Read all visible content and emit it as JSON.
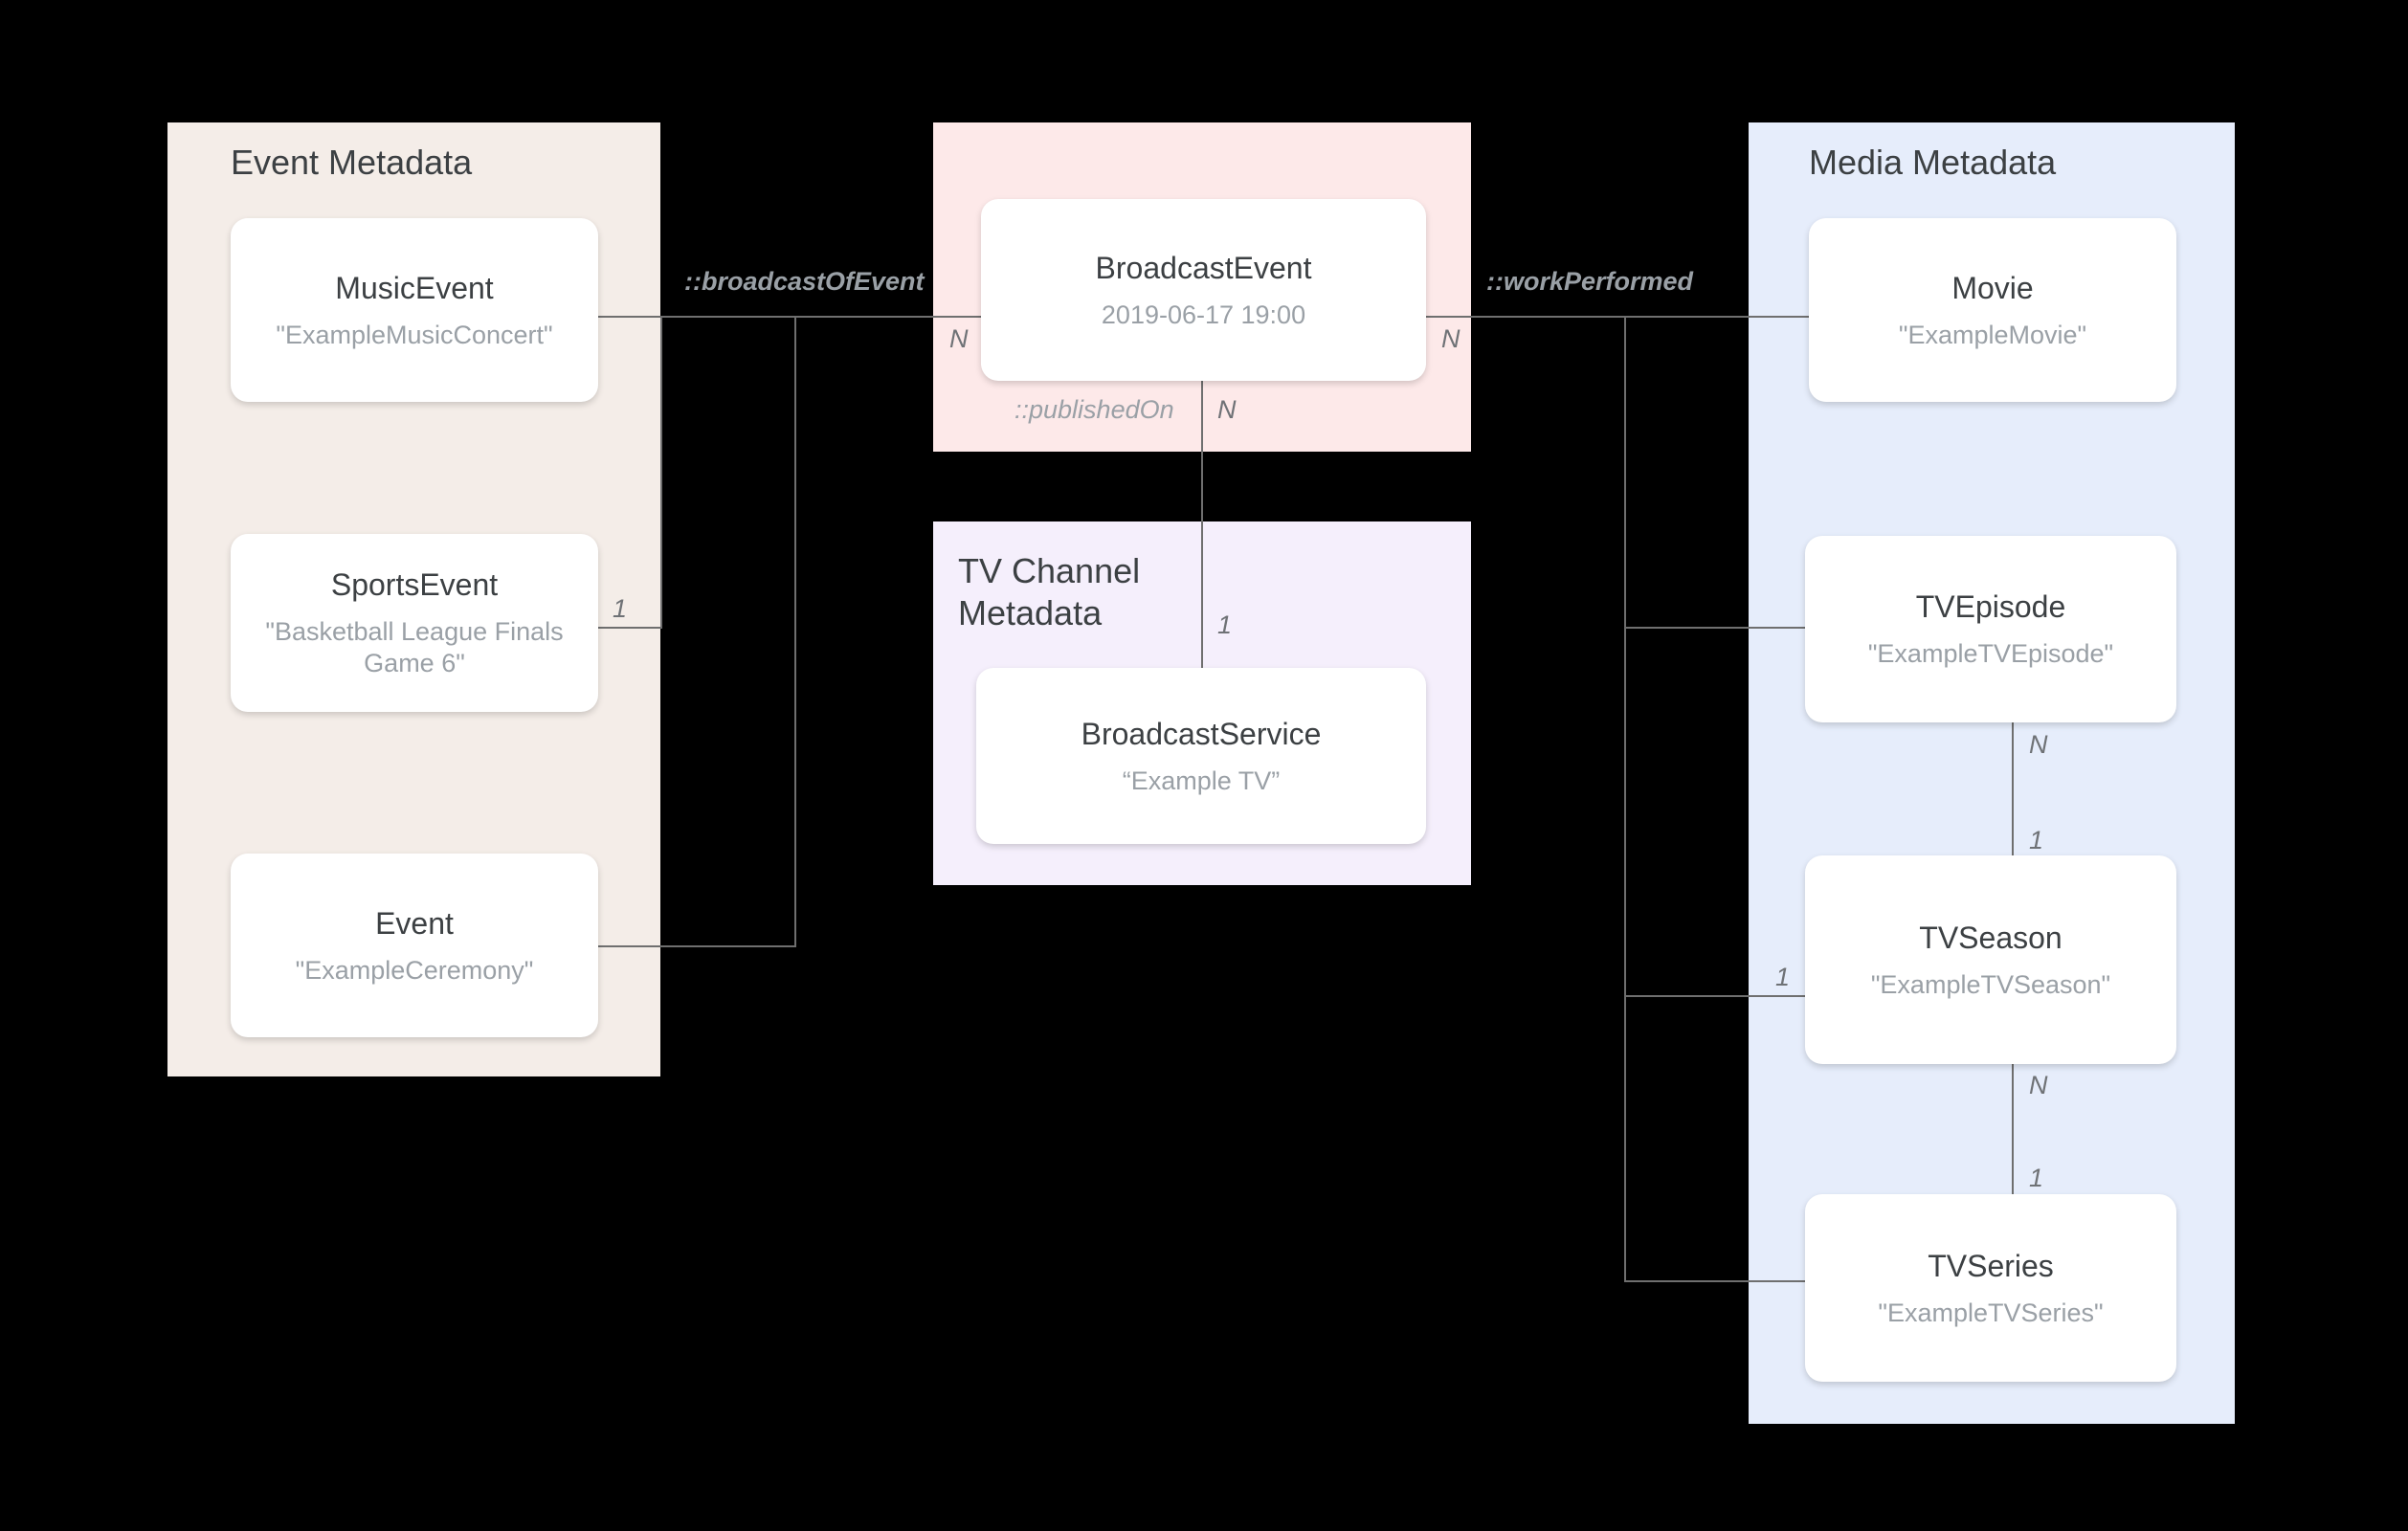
{
  "diagram": {
    "title": "Broadcast / Media metadata entity relationship diagram",
    "background": "#000000",
    "groups": [
      {
        "id": "event-metadata",
        "title": "Event Metadata",
        "color": "#F4EDE8"
      },
      {
        "id": "broadcast-event",
        "title": "",
        "color": "#FDE9E9"
      },
      {
        "id": "tv-channel",
        "title": "TV Channel\nMetadata",
        "color": "#F5EFFC"
      },
      {
        "id": "media-metadata",
        "title": "Media Metadata",
        "color": "#E6EDFB"
      }
    ],
    "entities": [
      {
        "id": "music-event",
        "name": "MusicEvent",
        "value": "\"ExampleMusicConcert\"",
        "group": "event-metadata"
      },
      {
        "id": "sports-event",
        "name": "SportsEvent",
        "value": "\"Basketball League Finals Game 6\"",
        "group": "event-metadata"
      },
      {
        "id": "event",
        "name": "Event",
        "value": "\"ExampleCeremony\"",
        "group": "event-metadata"
      },
      {
        "id": "broadcast-event",
        "name": "BroadcastEvent",
        "value": "2019-06-17 19:00",
        "group": "broadcast-event"
      },
      {
        "id": "broadcast-service",
        "name": "BroadcastService",
        "value": "“Example TV”",
        "group": "tv-channel"
      },
      {
        "id": "movie",
        "name": "Movie",
        "value": "\"ExampleMovie\"",
        "group": "media-metadata"
      },
      {
        "id": "tv-episode",
        "name": "TVEpisode",
        "value": "\"ExampleTVEpisode\"",
        "group": "media-metadata"
      },
      {
        "id": "tv-season",
        "name": "TVSeason",
        "value": "\"ExampleTVSeason\"",
        "group": "media-metadata"
      },
      {
        "id": "tv-series",
        "name": "TVSeries",
        "value": "\"ExampleTVSeries\"",
        "group": "media-metadata"
      }
    ],
    "relations": [
      {
        "id": "broadcast-of-event",
        "label": "::broadcastOfEvent",
        "from": "event-metadata-entities",
        "to": "broadcast-event",
        "from_cardinality": "1",
        "to_cardinality": "N"
      },
      {
        "id": "work-performed",
        "label": "::workPerformed",
        "from": "broadcast-event",
        "to": "media-metadata-entities",
        "from_cardinality": "N",
        "to_cardinality": ""
      },
      {
        "id": "published-on",
        "label": "::publishedOn",
        "from": "broadcast-event",
        "to": "broadcast-service",
        "from_cardinality": "N",
        "to_cardinality": "1"
      },
      {
        "id": "episode-season",
        "label": "",
        "from": "tv-episode",
        "to": "tv-season",
        "from_cardinality": "N",
        "to_cardinality": "1"
      },
      {
        "id": "season-series",
        "label": "",
        "from": "tv-season",
        "to": "tv-series",
        "from_cardinality": "N",
        "to_cardinality": "1"
      }
    ],
    "cardinality_markers": {
      "broadcast_event_left": "N",
      "broadcast_event_right": "N",
      "broadcast_event_bottom": "N",
      "sports_event_right": "1",
      "broadcast_service_top": "1",
      "tv_episode_bottom": "N",
      "tv_season_top": "1",
      "tv_season_left": "1",
      "tv_season_bottom": "N",
      "tv_series_top": "1"
    }
  }
}
